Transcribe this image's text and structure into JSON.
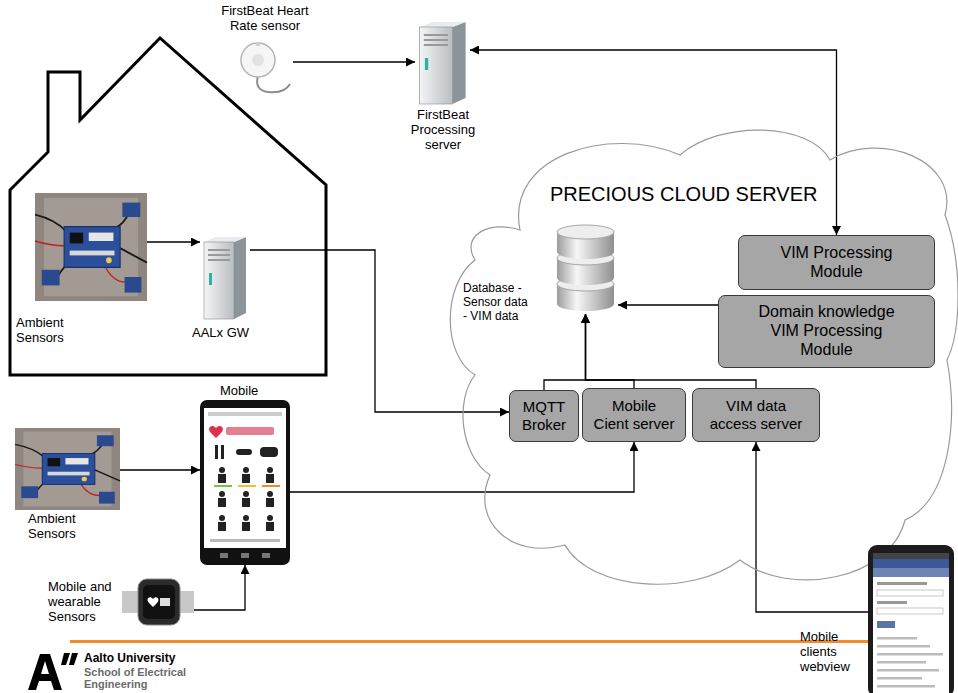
{
  "diagram": {
    "nodes": [
      {
        "text": [
          "FirstBeat Heart Rate sensor"
        ]
      },
      {
        "text": [
          "FirstBeat Processing server"
        ]
      },
      {
        "text": [
          "Ambient Sensors"
        ]
      },
      {
        "text": [
          "AALx GW"
        ]
      },
      {
        "text": [
          "PRECIOUS CLOUD SERVER"
        ]
      },
      {
        "text": [
          "Database -Sensor data - VIM data"
        ],
        "in": 4
      },
      {
        "text": [
          "VIM Processing Module"
        ],
        "in": 4
      },
      {
        "text": [
          "Domain knowledge VIM Processing Module"
        ],
        "in": 4
      },
      {
        "text": [
          "MQTT Broker"
        ],
        "in": 4
      },
      {
        "text": [
          "Mobile Cient server"
        ],
        "in": 4
      },
      {
        "text": [
          "VIM data access server"
        ],
        "in": 4
      },
      {
        "text": [
          "Mobile"
        ]
      },
      {
        "text": [
          "Ambient Sensors"
        ]
      },
      {
        "text": [
          "Mobile and wearable Sensors"
        ]
      },
      {
        "text": [
          "Mobile clients webview"
        ]
      }
    ],
    "edges": [
      {
        "from": 0,
        "to": 1,
        "arrow": "to"
      },
      {
        "from": 1,
        "to": 6,
        "arrow": "both"
      },
      {
        "from": 2,
        "to": 3,
        "arrow": "to"
      },
      {
        "from": 3,
        "to": 8,
        "arrow": "to"
      },
      {
        "from": 12,
        "to": 11,
        "arrow": "to"
      },
      {
        "from": 13,
        "to": 11,
        "arrow": "to"
      },
      {
        "from": 11,
        "to": 9,
        "arrow": "to"
      },
      {
        "from": 8,
        "to": 5,
        "arrow": "to"
      },
      {
        "from": 9,
        "to": 5,
        "arrow": "to"
      },
      {
        "from": 10,
        "to": 5,
        "arrow": "to"
      },
      {
        "from": 7,
        "to": 5,
        "arrow": "to"
      },
      {
        "from": 14,
        "to": 10,
        "arrow": "to"
      }
    ],
    "labels": [
      "Aalto University",
      "School of Electrical Engineering"
    ]
  }
}
